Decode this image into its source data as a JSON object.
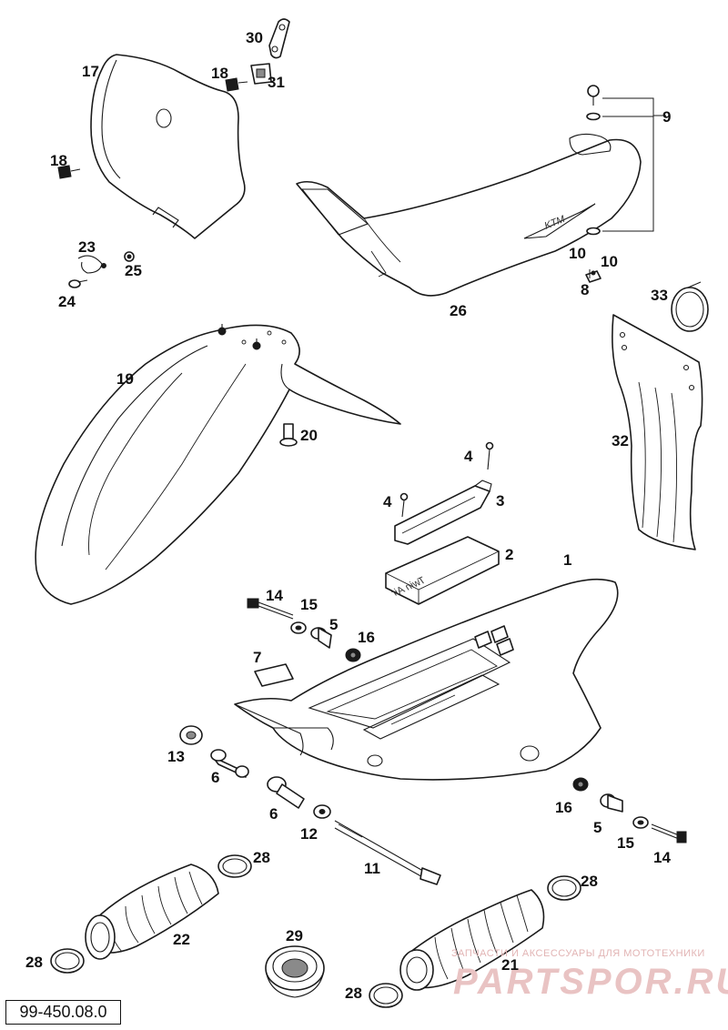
{
  "diagram_number": "99-450.08.0",
  "watermark": {
    "tagline": "ЗАПЧАСТИ И АКСЕССУАРЫ ДЛЯ МОТОТЕХНИКИ",
    "site": "PARTSPOR.RU"
  },
  "part_labels": {
    "p1": "1",
    "p2": "2",
    "p3": "3",
    "p4a": "4",
    "p4b": "4",
    "p5a": "5",
    "p5b": "5",
    "p6a": "6",
    "p6b": "6",
    "p7": "7",
    "p8": "8",
    "p9": "9",
    "p10a": "10",
    "p10b": "10",
    "p11": "11",
    "p12": "12",
    "p13": "13",
    "p14a": "14",
    "p14b": "14",
    "p15a": "15",
    "p15b": "15",
    "p16a": "16",
    "p16b": "16",
    "p17": "17",
    "p18a": "18",
    "p18b": "18",
    "p19": "19",
    "p20": "20",
    "p21": "21",
    "p22": "22",
    "p23": "23",
    "p24": "24",
    "p25": "25",
    "p26": "26",
    "p28a": "28",
    "p28b": "28",
    "p28c": "28",
    "p28d": "28",
    "p29": "29",
    "p30": "30",
    "p31": "31",
    "p32": "32",
    "p33": "33"
  },
  "part_markings": {
    "filter_brand": "Twin Air",
    "seat_logo": "KTM"
  }
}
